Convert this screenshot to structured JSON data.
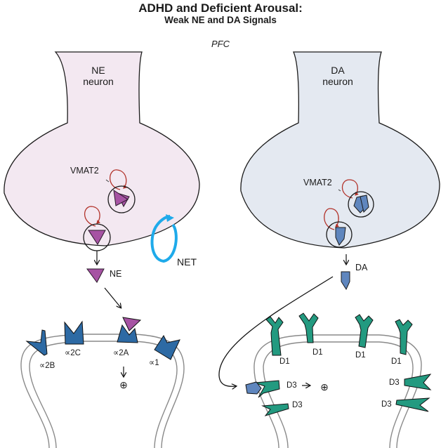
{
  "title": "ADHD and Deficient Arousal:",
  "subtitle": "Weak NE and DA Signals",
  "region": "PFC",
  "colors": {
    "ne_neuron_fill": "#f3e8f1",
    "da_neuron_fill": "#e4e9f1",
    "ne_molecule": "#a653a3",
    "da_molecule": "#5f86be",
    "alpha_receptor": "#2d6aa4",
    "d_receptor": "#239a80",
    "vmat2_loop": "#b2322a",
    "net": "#1eaaea",
    "membrane": "#8a8a8a"
  },
  "ne_side": {
    "neuron_label_line1": "NE",
    "neuron_label_line2": "neuron",
    "vmat2_label": "VMAT2",
    "transporter_label": "NET",
    "released_label": "NE",
    "receptors": [
      {
        "id": "alpha2B",
        "label": "∝2B"
      },
      {
        "id": "alpha2C",
        "label": "∝2C"
      },
      {
        "id": "alpha2A",
        "label": "∝2A",
        "bound": true
      },
      {
        "id": "alpha1",
        "label": "∝1"
      }
    ],
    "effect_symbol": "⊕"
  },
  "da_side": {
    "neuron_label_line1": "DA",
    "neuron_label_line2": "neuron",
    "vmat2_label": "VMAT2",
    "released_label": "DA",
    "receptors": [
      {
        "id": "D1a",
        "label": "D1"
      },
      {
        "id": "D1b",
        "label": "D1"
      },
      {
        "id": "D1c",
        "label": "D1"
      },
      {
        "id": "D1d",
        "label": "D1"
      },
      {
        "id": "D3a",
        "label": "D3",
        "bound": true
      },
      {
        "id": "D3b",
        "label": "D3"
      },
      {
        "id": "D3c",
        "label": "D3"
      },
      {
        "id": "D3d",
        "label": "D3"
      }
    ],
    "effect_symbol": "⊕"
  }
}
